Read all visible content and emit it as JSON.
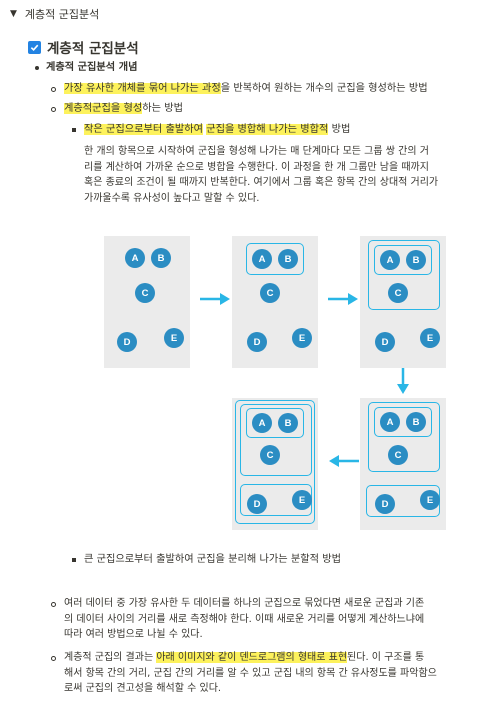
{
  "toggle": {
    "label": "계층적 군집분석"
  },
  "heading": {
    "label": "계층적 군집분석"
  },
  "l1": {
    "title": "계층적 군집분석 개념"
  },
  "l2a": {
    "hl": "가장 유사한 개체를 묶어 나가는 과정",
    "rest": "을 반복하여 원하는 개수의 군집을 형성하는 방법"
  },
  "l2b": {
    "hl": "계층적군집을 형성",
    "rest": "하는 방법"
  },
  "l3a": {
    "hl1": "작은 군집으로부터 출발하여",
    "mid": " ",
    "hl2": "군집을 병합해 나가는 병합적",
    "rest": " 방법"
  },
  "para1": {
    "lines": [
      "한 개의 항목으로 시작하여 군집을 형성해 나가는 매 단계마다 모든 그룹 쌍 간의 거",
      "리를 계산하여 가까운 순으로 병합을 수행한다. 이 과정을 한 개 그룹만 남을 때까지",
      "혹은 종료의 조건이 될 때까지 반복한다. 여기에서 그룹 혹은 항목 간의 상대적 거리가",
      "가까울수록 유사성이 높다고 말할 수 있다."
    ]
  },
  "nodes": {
    "a": "A",
    "b": "B",
    "c": "C",
    "d": "D",
    "e": "E"
  },
  "l3b": {
    "text": "큰 군집으로부터 출발하여 군집을 분리해 나가는 분할적 방법"
  },
  "l2c": {
    "lines": [
      "여러 데이터 중 가장 유사한 두 데이터를 하나의 군집으로 묶었다면 새로운 군집과 기존",
      "의 데이터 사이의 거리를 새로 측정해야 한다. 이때 새로운 거리를 어떻게 계산하느냐에",
      "따라 여러 방법으로 나뉠 수 있다."
    ]
  },
  "l2d": {
    "pre": "계층적 군집의 결과는 ",
    "hl": "아래 이미지와 같이 덴드로그램의 형태로 표현",
    "post": "된다. 이 구조를 통",
    "lines": [
      "해서 항목 간의 거리, 군집 간의 거리를 알 수 있고 군집 내의 항목 간 유사정도를 파악함으",
      "로써 군집의 견고성을 해석할 수 있다."
    ]
  },
  "colors": {
    "node": "#2b8dc3",
    "box": "#29b6e6",
    "arrow": "#29b6e6",
    "highlight": "#fdf25c",
    "panel": "#ebebeb",
    "checkbox": "#2383e2"
  }
}
